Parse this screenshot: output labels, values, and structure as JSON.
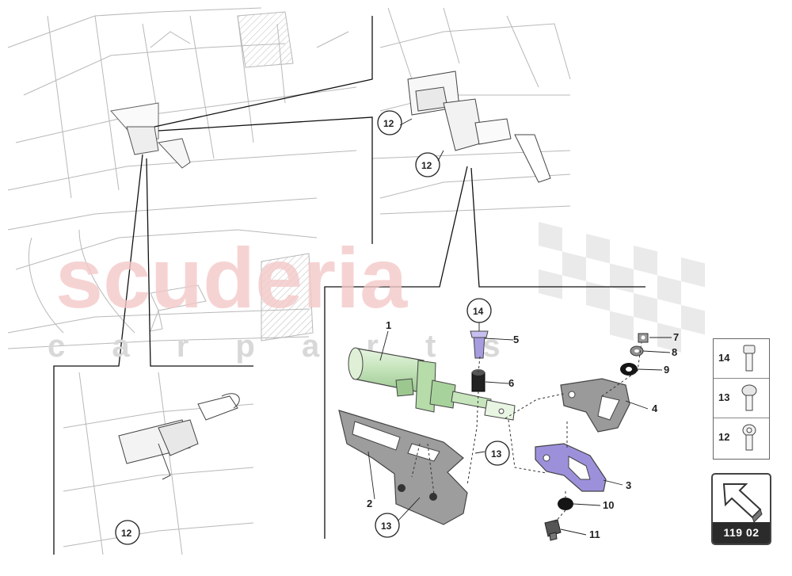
{
  "watermark": {
    "brand": "scuderia",
    "tagline": "c a r   p a r t s"
  },
  "callouts": {
    "c1": "1",
    "c2": "2",
    "c3": "3",
    "c4": "4",
    "c5": "5",
    "c6": "6",
    "c7": "7",
    "c8": "8",
    "c9": "9",
    "c10": "10",
    "c11": "11",
    "c12a": "12",
    "c12b": "12",
    "c12c": "12",
    "c13a": "13",
    "c13b": "13",
    "c14": "14"
  },
  "legend": {
    "items": [
      {
        "number": "14",
        "icon": "bolt-plain-icon"
      },
      {
        "number": "13",
        "icon": "bolt-round-head-icon"
      },
      {
        "number": "12",
        "icon": "bolt-hex-socket-icon"
      }
    ]
  },
  "navigation": {
    "code": "119 02",
    "icon": "next-page-arrow-icon"
  },
  "colors": {
    "actuator": "#c8e6c0",
    "bracket_blue": "#9a8fd6",
    "bracket_grey": "#9a9a9a",
    "watermark_red": "#f4c3c3",
    "checker": "#e2e2e2"
  }
}
